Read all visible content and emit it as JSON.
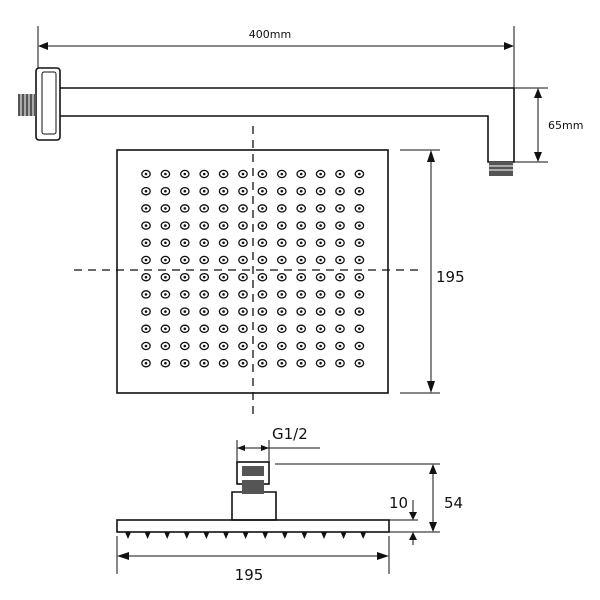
{
  "dimensions": {
    "arm_length": "400mm",
    "arm_drop": "65mm",
    "head_size_side": "195",
    "head_size_bottom": "195",
    "thread": "G1/2",
    "total_height": "54",
    "plate_thickness": "10"
  },
  "colors": {
    "line": "#111111",
    "background": "#ffffff",
    "fitting": "#555555"
  },
  "nozzle_grid": {
    "rows": 12,
    "cols": 12
  },
  "profile_nozzles": 13
}
